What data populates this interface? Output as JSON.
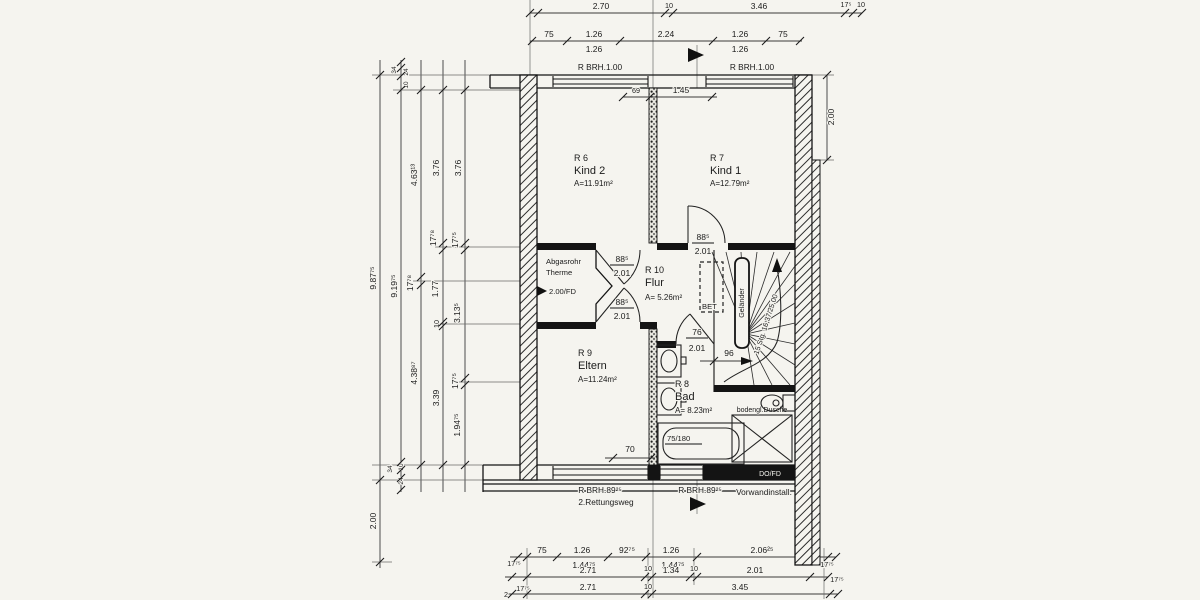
{
  "colors": {
    "paper": "#f5f4ef",
    "ink": "#1b1b1b"
  },
  "rooms": {
    "kind2": {
      "id": "R 6",
      "name": "Kind 2",
      "area": "A=11.91m²"
    },
    "kind1": {
      "id": "R 7",
      "name": "Kind 1",
      "area": "A=12.79m²"
    },
    "flur": {
      "id": "R 10",
      "name": "Flur",
      "area": "A=  5.26m²"
    },
    "eltern": {
      "id": "R 9",
      "name": "Eltern",
      "area": "A=11.24m²"
    },
    "bad": {
      "id": "R 8",
      "name": "Bad",
      "area": "A=  8.23m²"
    }
  },
  "labels": {
    "brh_top_left": "R BRH.1.00",
    "brh_top_right": "R BRH.1.00",
    "brh_bottom_left": "R BRH.89²⁵",
    "rescue": "2.Rettungsweg",
    "brh_bottom_mid": "R BRH.89²⁵",
    "vorwand": "Vorwandinstall.",
    "abgasrohr": "Abgasrohr",
    "therme": "Therme",
    "fd_left": "2.00/FD",
    "fd_right": "DO/FD",
    "bet": "BET",
    "gelaender": "Geländer",
    "stairs": "15 Stg. 16,37/25,00",
    "dusche": "bodengl.Dusche",
    "tub": "75/180"
  },
  "doors": {
    "d1w": "88⁵",
    "d1h": "2.01",
    "d2w": "88⁵",
    "d2h": "2.01",
    "d3w": "88⁵",
    "d3h": "2.01",
    "d4w": "76",
    "d4h": "2.01"
  },
  "dims": {
    "top1": {
      "a": "2.70",
      "b": "10",
      "c": "3.46",
      "d": "17⁵",
      "e": "10"
    },
    "top2": {
      "a": "75",
      "b": "1.26",
      "b2": "1.26",
      "c": "2.24",
      "d": "1.26",
      "d2": "1.26",
      "e": "75"
    },
    "inner": {
      "a": "69",
      "b": "1.45",
      "n96": "96",
      "n70": "70"
    },
    "right": {
      "a": "2.00"
    },
    "left1": {
      "total": "9.87⁷⁵",
      "below": "2.00"
    },
    "left2": {
      "t1": "34",
      "t2": "24",
      "t3": "10",
      "total": "9.19⁷⁵",
      "b1": "34",
      "b2": "10",
      "b3": "24"
    },
    "left3": {
      "a": "4.63¹³",
      "b": "17⁷⁸",
      "c": "4.38⁸⁷"
    },
    "left4": {
      "a": "3.76",
      "b": "17⁷⁸",
      "c": "1.77",
      "d": "10",
      "e": "3.39"
    },
    "left5": {
      "a": "3.76",
      "b": "17⁷⁵",
      "c": "3.13⁵",
      "d": "17⁷⁵",
      "e": "1.94⁷⁵"
    },
    "bot1": {
      "a": "75",
      "b": "1.26",
      "b2": "1.44⁷⁵",
      "c": "92⁷⁵",
      "d": "1.26",
      "d2": "1.44⁷⁵",
      "e": "2.06²⁵",
      "r": "17⁷⁵"
    },
    "bot2": {
      "l": "17⁷⁵",
      "a": "2.71",
      "b": "10",
      "c": "1.34",
      "d": "10",
      "e": "2.01",
      "r": "17⁷⁵"
    },
    "bot3": {
      "l": "2",
      "l2": "17⁷⁵",
      "a": "2.71",
      "b": "10",
      "c": "3.45"
    }
  }
}
